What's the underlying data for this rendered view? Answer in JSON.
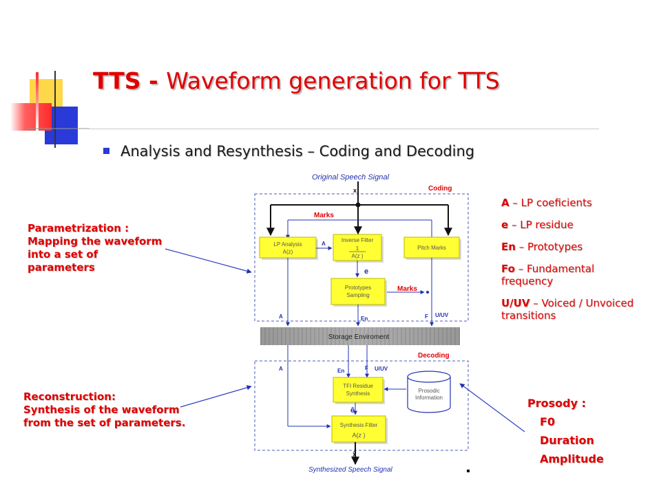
{
  "slide": {
    "title_prefix": "TTS - ",
    "title_main": "Waveform generation for TTS",
    "bullet": "Analysis and Resynthesis – Coding and Decoding"
  },
  "notes": {
    "parametrization_heading": "Parametrization :",
    "parametrization_lines": [
      "Mapping the waveform",
      "into a set of",
      "parameters"
    ],
    "reconstruction_heading": "Reconstruction:",
    "reconstruction_lines": [
      "Synthesis of the waveform",
      "from the set of parameters."
    ]
  },
  "legend": [
    {
      "key": "A",
      "text": " – LP coeficients"
    },
    {
      "key": "e",
      "text": " – LP residue"
    },
    {
      "key": "En",
      "text": " – Prototypes"
    },
    {
      "key": "Fo",
      "text": " – Fundamental frequency"
    },
    {
      "key": "U/UV",
      "text": " – Voiced / Unvoiced transitions"
    }
  ],
  "prosody": {
    "heading": "Prosody :",
    "items": [
      "F0",
      "Duration",
      "Amplitude"
    ]
  },
  "diagram": {
    "original_signal": "Original Speech Signal",
    "input_x": "x",
    "coding_label": "Coding",
    "marks_top": "Marks",
    "lp_analysis": "LP Analysis",
    "lp_analysis_sub": "A(z)",
    "inverse_filter": "Inverse Filter",
    "inverse_num": "1",
    "inverse_den": "A(z )",
    "pitch_marks": "Pitch Marks",
    "edge_a": "A",
    "edge_e": "e",
    "prototypes": "Prototypes",
    "sampling": "Sampling",
    "marks_mid": "Marks",
    "a_left": "A",
    "en_mid": "En",
    "f_right": "F",
    "uuv_right": "U/UV",
    "storage": "Storage Enviroment",
    "decoding_label": "Decoding",
    "a_left2": "A",
    "en_mid2": "En",
    "f_mid2": "F",
    "uuv_mid2": "U/UV",
    "tfi_residue": "TFI Residue",
    "synthesis": "Synthesis",
    "prosodic": "Prosodic",
    "information": "Information",
    "e_hat": "ê",
    "synthesis_filter": "Synthesis Filter",
    "synth_den": "A(z )",
    "output_x": "x̂",
    "synth_signal": "Synthesized Speech Signal"
  },
  "colors": {
    "title_red": "#e00000",
    "bullet_blue": "#2b3bd0",
    "block_yellow": "#ffff33",
    "diagram_blue": "#2030b0",
    "deco_yellow": "#ffd84a",
    "deco_blue": "#2a3ad8",
    "deco_red": "#ff3030"
  }
}
